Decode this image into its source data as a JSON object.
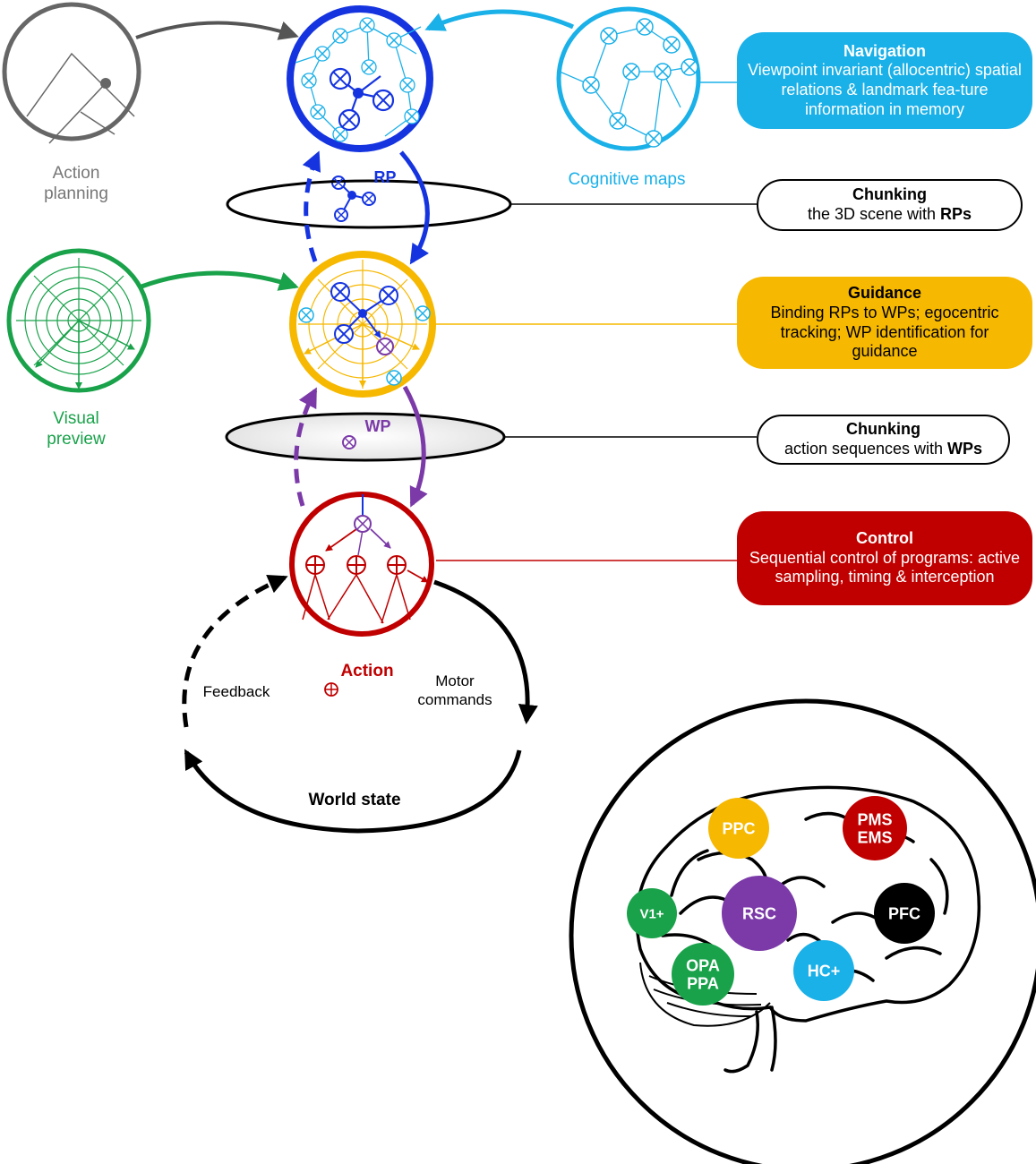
{
  "labels": {
    "action_planning": "Action planning",
    "cognitive_maps": "Cognitive maps",
    "visual_preview": "Visual preview",
    "rp": "RP",
    "wp": "WP",
    "action": "Action",
    "feedback": "Feedback",
    "motor_commands": "Motor commands",
    "world_state": "World state"
  },
  "boxes": {
    "navigation": {
      "title": "Navigation",
      "body": "Viewpoint invariant (allocentric) spatial relations & landmark fea-ture information in memory",
      "color": "#1ab0e8"
    },
    "chunking_rp": {
      "title": "Chunking",
      "body_prefix": "the 3D scene with ",
      "body_bold": "RPs"
    },
    "guidance": {
      "title": "Guidance",
      "body": "Binding RPs to WPs; egocentric tracking; WP identification for guidance",
      "color": "#f6b800"
    },
    "chunking_wp": {
      "title": "Chunking",
      "body_prefix": "action sequences with ",
      "body_bold": "WPs"
    },
    "control": {
      "title": "Control",
      "body": "Sequential control of programs: active sampling, timing & interception",
      "color": "#c00000"
    }
  },
  "brain_regions": [
    {
      "label": "PPC",
      "color": "#f6b800"
    },
    {
      "label": "PMS EMS",
      "color": "#c00000"
    },
    {
      "label": "V1+",
      "color": "#19a24a"
    },
    {
      "label": "RSC",
      "color": "#7b3aa8"
    },
    {
      "label": "PFC",
      "color": "#000000"
    },
    {
      "label": "OPA PPA",
      "color": "#19a24a"
    },
    {
      "label": "HC+",
      "color": "#1ab0e8"
    }
  ],
  "colors": {
    "gray": "#666666",
    "rp_blue": "#1534e0",
    "light_blue": "#1ab0e8",
    "green": "#19a24a",
    "yellow": "#f6b800",
    "purple": "#7b3aa8",
    "red": "#c00000"
  }
}
